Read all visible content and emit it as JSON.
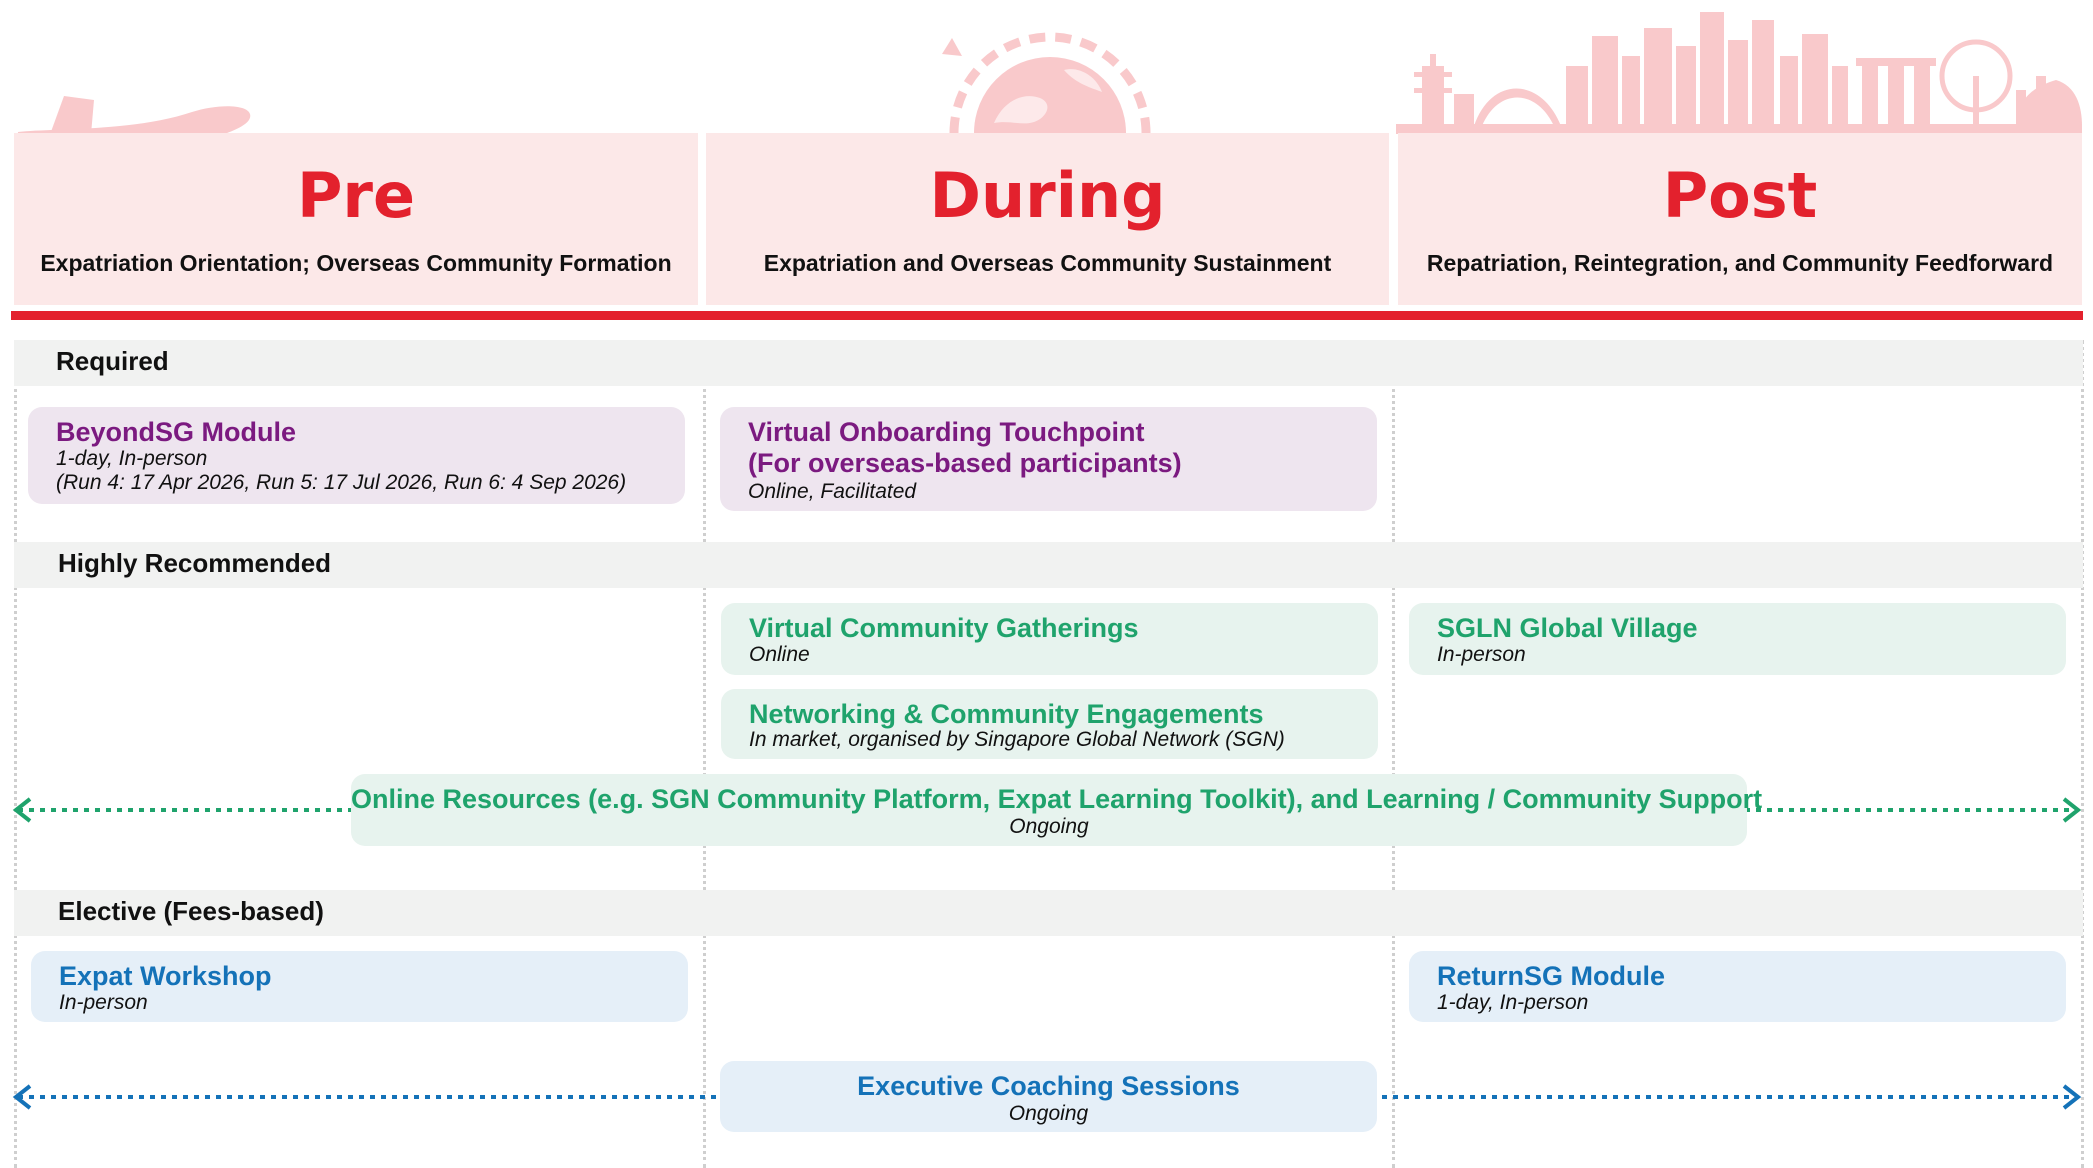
{
  "stages": [
    {
      "title": "Pre",
      "subtitle": "Expatriation Orientation; Overseas Community Formation"
    },
    {
      "title": "During",
      "subtitle": "Expatriation and Overseas Community Sustainment"
    },
    {
      "title": "Post",
      "subtitle": "Repatriation, Reintegration, and Community Feedforward"
    }
  ],
  "sections": {
    "required": "Required",
    "recommended": "Highly Recommended",
    "elective": "Elective (Fees-based)"
  },
  "programs": {
    "beyondsg": {
      "title": "BeyondSG Module",
      "line1": "1-day, In-person",
      "line2": "(Run 4: 17 Apr 2026, Run 5: 17 Jul 2026, Run 6: 4 Sep 2026)"
    },
    "virtual_onboarding": {
      "title1": "Virtual Onboarding Touchpoint",
      "title2": "(For overseas-based participants)",
      "line1": "Online, Facilitated"
    },
    "virtual_gatherings": {
      "title": "Virtual Community Gatherings",
      "line1": "Online"
    },
    "sgln_village": {
      "title": "SGLN Global Village",
      "line1": "In-person"
    },
    "networking": {
      "title": "Networking & Community Engagements",
      "line1": "In market, organised by Singapore Global Network (SGN)"
    },
    "online_resources": {
      "title": "Online Resources (e.g. SGN Community Platform, Expat Learning Toolkit), and Learning / Community Support",
      "line1": "Ongoing"
    },
    "expat_workshop": {
      "title": "Expat Workshop",
      "line1": "In-person"
    },
    "returnsg": {
      "title": "ReturnSG Module",
      "line1": "1-day, In-person"
    },
    "exec_coaching": {
      "title": "Executive Coaching Sessions",
      "line1": "Ongoing"
    }
  },
  "colors": {
    "stage_red": "#e3212d",
    "panel_pink": "#fce8e8",
    "required_purple": "#7b1a80",
    "recommended_green": "#1fa36c",
    "elective_blue": "#1472b8",
    "band_grey": "#f1f2f1"
  },
  "icons": [
    "airplane-icon",
    "globe-icon",
    "singapore-skyline-icon"
  ]
}
